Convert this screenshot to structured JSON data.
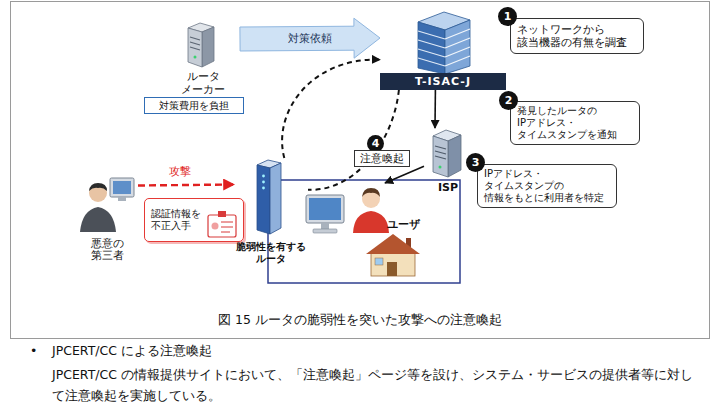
{
  "diagram": {
    "caption": "図 15 ルータの脆弱性を突いた攻撃への注意喚起",
    "nodes": [
      {
        "text": [
          "ルータ メーカー"
        ]
      },
      {
        "text": [
          "対策費用を負担"
        ]
      },
      {
        "text": [
          "T-ISAC-J"
        ]
      },
      {
        "text": [
          "ネットワークから 該当機器の有無を調査"
        ]
      },
      {
        "text": [
          "発見したルータの IPアドレス・ タイムスタンプを通知"
        ]
      },
      {
        "text": [
          "ISP"
        ]
      },
      {
        "text": [
          "IPアドレス・ タイムスタンプの 情報をもとに利用者を特定"
        ]
      },
      {
        "text": [
          "悪意の 第三者"
        ]
      },
      {
        "text": [
          "認証情報を 不正入手"
        ]
      },
      {
        "text": [
          "脆弱性を有する ルータ"
        ]
      },
      {
        "text": [
          "ユーザ"
        ]
      }
    ],
    "edges": [
      {
        "from": 0,
        "to": 2,
        "label": "対策依頼",
        "arrow": "to"
      },
      {
        "from": 9,
        "to": 2,
        "arrow": "to"
      },
      {
        "from": 2,
        "to": 5,
        "arrow": "to"
      },
      {
        "from": 5,
        "to": 10,
        "label": "注意喚起",
        "arrow": "to"
      },
      {
        "from": 7,
        "to": 9,
        "label": "攻撃",
        "arrow": "to"
      }
    ],
    "labels": [
      "1",
      "2",
      "3",
      "4",
      "•",
      "JPCERT/CC による注意喚起",
      "JPCERT/CC の情報提供サイトにおいて、「注意喚起」ページ等を設け、システム・サービスの提供者等に対して注意喚起を実施している。"
    ]
  }
}
